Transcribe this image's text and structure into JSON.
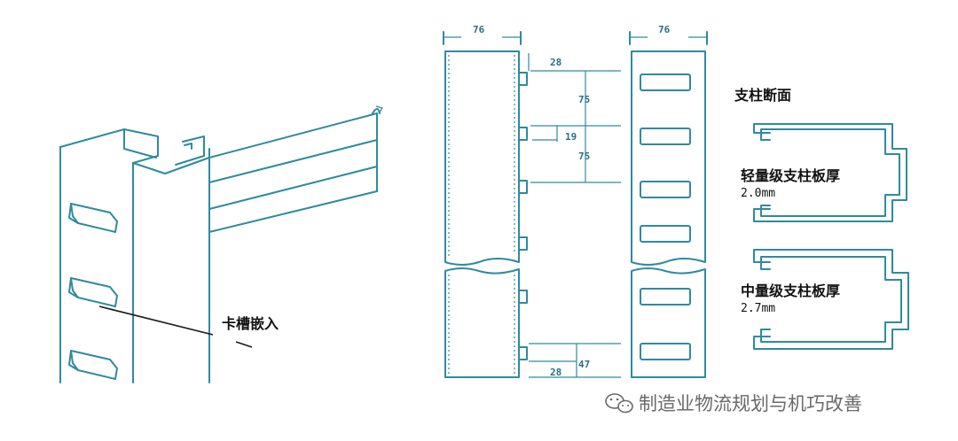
{
  "labels": {
    "slot_insert": "卡槽嵌入",
    "section_title": "支柱断面",
    "light_duty": "轻量级支柱板厚",
    "light_thickness": "2.0mm",
    "medium_duty": "中量级支柱板厚",
    "medium_thickness": "2.7mm"
  },
  "dimensions": {
    "column_width_left": "76",
    "column_width_right": "76",
    "slot_offset_top": "28",
    "pitch_upper": "75",
    "slot_height": "19",
    "pitch_lower": "75",
    "slot_offset_bottom": "28",
    "bottom_height": "47"
  },
  "watermark": {
    "text": "制造业物流规划与机巧改善"
  },
  "colors": {
    "line": "#2f8a9e",
    "text": "#111111",
    "watermark": "#6a6a6a"
  }
}
